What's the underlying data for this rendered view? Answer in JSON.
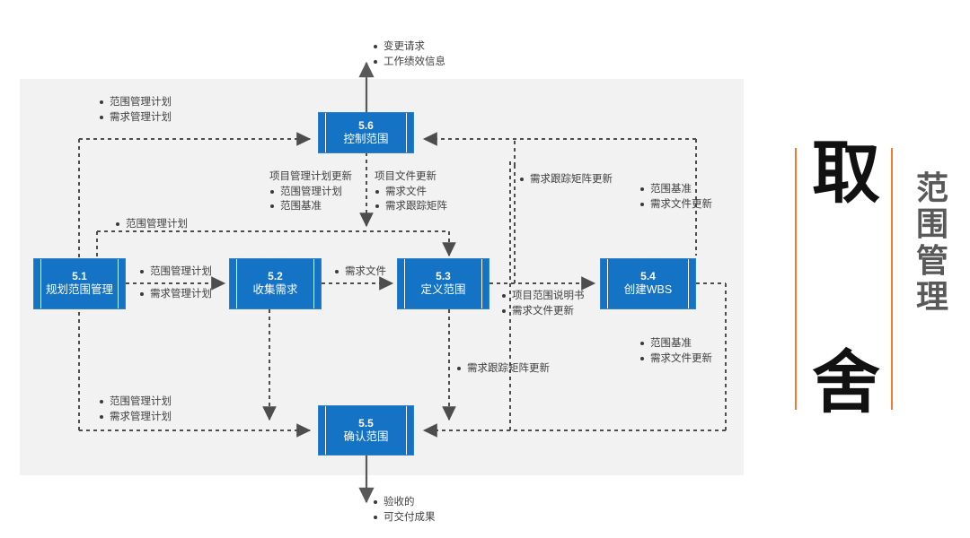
{
  "colors": {
    "process_blue": "#1473c4",
    "panel_gray": "#f2f2f2",
    "accent_orange": "#ed7d31",
    "text_gray": "#404040",
    "caption_black": "#111111",
    "caption_gray": "#595959"
  },
  "processes": [
    {
      "id": "5.1",
      "num": "5.1",
      "name": "规划范围管理"
    },
    {
      "id": "5.2",
      "num": "5.2",
      "name": "收集需求"
    },
    {
      "id": "5.3",
      "num": "5.3",
      "name": "定义范围"
    },
    {
      "id": "5.4",
      "num": "5.4",
      "name": "创建WBS"
    },
    {
      "id": "5.5",
      "num": "5.5",
      "name": "确认范围"
    },
    {
      "id": "5.6",
      "num": "5.6",
      "name": "控制范围"
    }
  ],
  "labels": {
    "top_output": {
      "items": [
        "变更请求",
        "工作绩效信息"
      ]
    },
    "upper_left_to_56": {
      "items": [
        "范围管理计划",
        "需求管理计划"
      ]
    },
    "pm_plan_updates": {
      "header": "项目管理计划更新",
      "items": [
        "范围管理计划",
        "范围基准"
      ]
    },
    "project_doc_updates": {
      "header": "项目文件更新",
      "items": [
        "需求文件",
        "需求跟踪矩阵"
      ]
    },
    "rtm_update_upper": {
      "items": [
        "需求跟踪矩阵更新"
      ]
    },
    "baseline_docupdate_upper": {
      "items": [
        "范围基准",
        "需求文件更新"
      ]
    },
    "scope_plan_midleft": {
      "items": [
        "范围管理计划"
      ]
    },
    "plan_51_to_52": {
      "items": [
        "范围管理计划",
        "需求管理计划"
      ]
    },
    "req_doc_52_to_53": {
      "items": [
        "需求文件"
      ]
    },
    "scope_stmt_53_to_54": {
      "items": [
        "项目范围说明书",
        "需求文件更新"
      ]
    },
    "baseline_docupdate_lower": {
      "items": [
        "范围基准",
        "需求文件更新"
      ]
    },
    "rtm_update_lower": {
      "items": [
        "需求跟踪矩阵更新"
      ]
    },
    "plans_to_55": {
      "items": [
        "范围管理计划",
        "需求管理计划"
      ]
    },
    "bottom_output": {
      "items": [
        "验收的",
        "可交付成果"
      ]
    }
  },
  "caption": {
    "big_chars": [
      "取",
      "舍"
    ],
    "sub_chars": [
      "范",
      "围",
      "管",
      "理"
    ]
  }
}
